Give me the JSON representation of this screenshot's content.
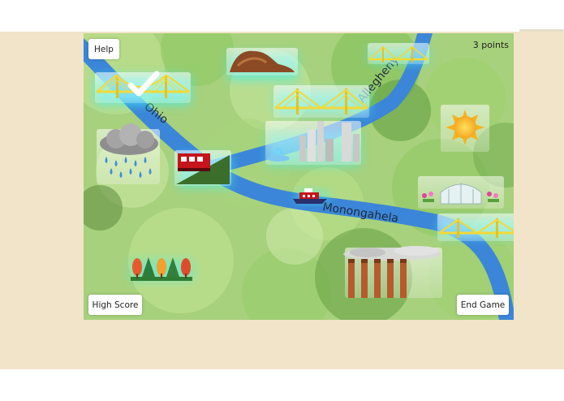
{
  "hud": {
    "help_label": "Help",
    "high_score_label": "High Score",
    "end_game_label": "End Game",
    "points_text": "3 points"
  },
  "rivers": {
    "ohio": "Ohio",
    "allegheny": "Allegheny",
    "monongahela": "Monongahela"
  },
  "colors": {
    "background": "#f1e4c8",
    "board_green": "#a7d17c",
    "river_blue": "#3b86d8",
    "glow_cyan": "#3ff0f0",
    "bridge_yellow": "#f3d936"
  },
  "tiles": [
    {
      "name": "bridge-checked-tile",
      "icon": "yellow-bridge-icon",
      "status": "found-checkmark-icon"
    },
    {
      "name": "rock-tile",
      "icon": "mount-washington-rock-icon"
    },
    {
      "name": "bridge-top-right-tile",
      "icon": "yellow-bridge-icon"
    },
    {
      "name": "bridge-center-tile",
      "icon": "yellow-bridge-icon"
    },
    {
      "name": "rain-cloud-tile",
      "icon": "rain-cloud-icon"
    },
    {
      "name": "incline-tile",
      "icon": "incline-railcar-icon"
    },
    {
      "name": "skyline-tile",
      "icon": "city-skyline-fountain-icon"
    },
    {
      "name": "sun-tile",
      "icon": "sun-icon"
    },
    {
      "name": "conservatory-tile",
      "icon": "glass-conservatory-icon"
    },
    {
      "name": "bridge-right-tile",
      "icon": "yellow-bridge-icon"
    },
    {
      "name": "boat-tile",
      "icon": "riverboat-icon"
    },
    {
      "name": "trees-tile",
      "icon": "autumn-trees-icon"
    },
    {
      "name": "steel-mill-tile",
      "icon": "smokestacks-icon"
    }
  ]
}
